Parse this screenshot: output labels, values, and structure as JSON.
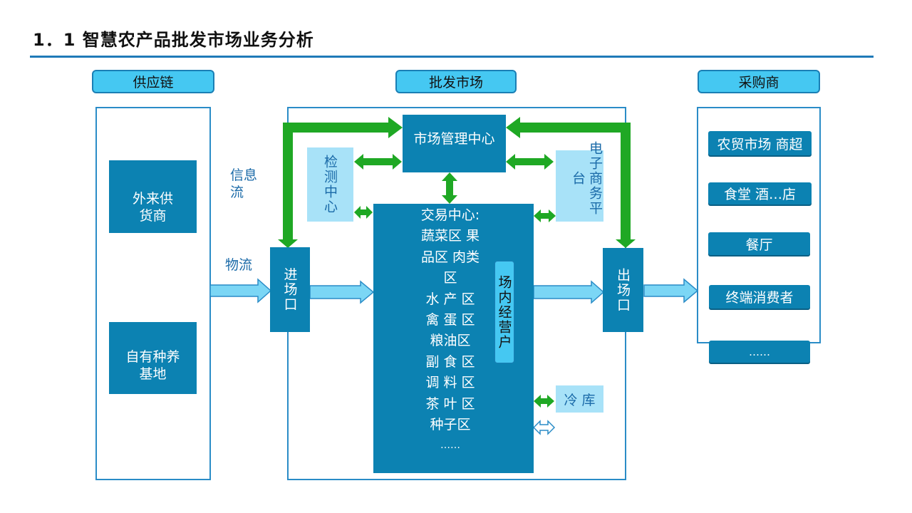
{
  "title": "1．1 智慧农产品批发市场业务分析",
  "headers": {
    "supply": "供应链",
    "market": "批发市场",
    "buyer": "采购商"
  },
  "supply_nodes": [
    "外来供货商",
    "自有种养基地"
  ],
  "flow_labels": {
    "info": "信息流",
    "logistics": "物流"
  },
  "market": {
    "mgmt_center": "市场管理中心",
    "inspection_center": "检测中心",
    "ecommerce_platform": "电子商务平台",
    "entrance": "进场口",
    "exit": "出场口",
    "trading_center_title": "交易中心:",
    "trading_zones": [
      "蔬菜区 果",
      "品区 肉类",
      "区",
      "水 产 区",
      "禽 蛋 区",
      "粮油区",
      "副 食 区",
      "调 料 区",
      "茶 叶 区",
      "种子区",
      "……"
    ],
    "in_market_vendors": "场内经营户",
    "cold_storage": "冷 库"
  },
  "buyers": [
    "农贸市场 商超",
    "食堂 酒…店",
    "餐厅",
    "终端消费者",
    "……"
  ],
  "colors": {
    "dark_box": "#0c82b2",
    "light_box": "#a8e2f8",
    "header": "#45c8f2",
    "green_arrow": "#1fa824",
    "light_arrow": "#6fd3f5"
  }
}
